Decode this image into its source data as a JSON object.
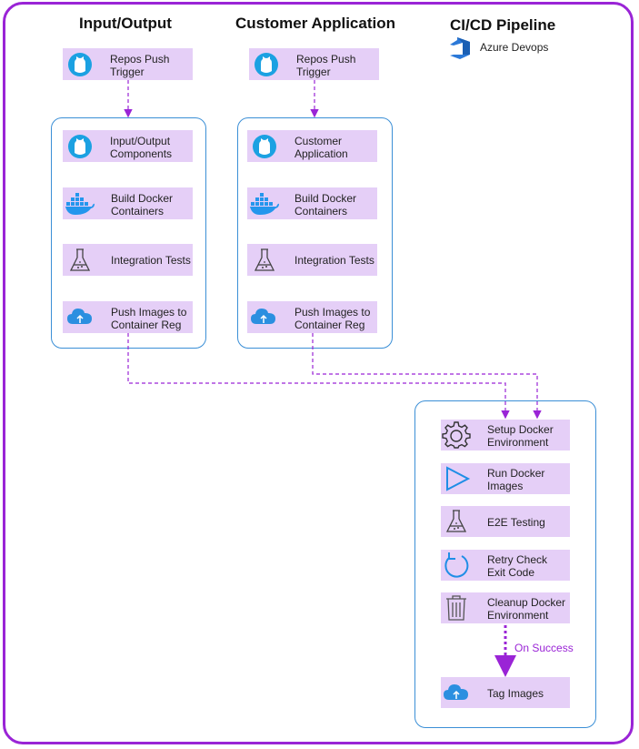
{
  "columns": {
    "io_title": "Input/Output",
    "customer_title": "Customer Application",
    "cicd_title": "CI/CD Pipeline"
  },
  "azure_devops": {
    "label": "Azure Devops",
    "icon": "azure-devops-icon"
  },
  "io_column": {
    "trigger": {
      "label": "Repos Push\nTrigger",
      "icon": "github-icon"
    },
    "steps": [
      {
        "label": "Input/Output\nComponents",
        "icon": "github-icon"
      },
      {
        "label": "Build Docker\nContainers",
        "icon": "docker-icon"
      },
      {
        "label": "Integration Tests",
        "icon": "flask-icon"
      },
      {
        "label": "Push Images to\nContainer Reg",
        "icon": "cloud-upload-icon"
      }
    ]
  },
  "customer_column": {
    "trigger": {
      "label": "Repos Push\nTrigger",
      "icon": "github-icon"
    },
    "steps": [
      {
        "label": "Customer\nApplication",
        "icon": "github-icon"
      },
      {
        "label": "Build Docker\nContainers",
        "icon": "docker-icon"
      },
      {
        "label": "Integration Tests",
        "icon": "flask-icon"
      },
      {
        "label": "Push Images to\nContainer Reg",
        "icon": "cloud-upload-icon"
      }
    ]
  },
  "pipeline": {
    "steps": [
      {
        "label": "Setup Docker\nEnvironment",
        "icon": "gear-icon"
      },
      {
        "label": "Run Docker\nImages",
        "icon": "play-icon"
      },
      {
        "label": "E2E Testing",
        "icon": "flask-icon"
      },
      {
        "label": "Retry Check\nExit Code",
        "icon": "refresh-icon"
      },
      {
        "label": "Cleanup Docker\nEnvironment",
        "icon": "trash-icon"
      }
    ],
    "on_success_label": "On Success",
    "final_step": {
      "label": "Tag Images",
      "icon": "cloud-upload-icon"
    }
  },
  "colors": {
    "frame": "#9a24d6",
    "node_fill": "#e5cff7",
    "group_border": "#3b8fd6",
    "connector": "#9a24d6",
    "github_blue": "#1ba1e2"
  }
}
